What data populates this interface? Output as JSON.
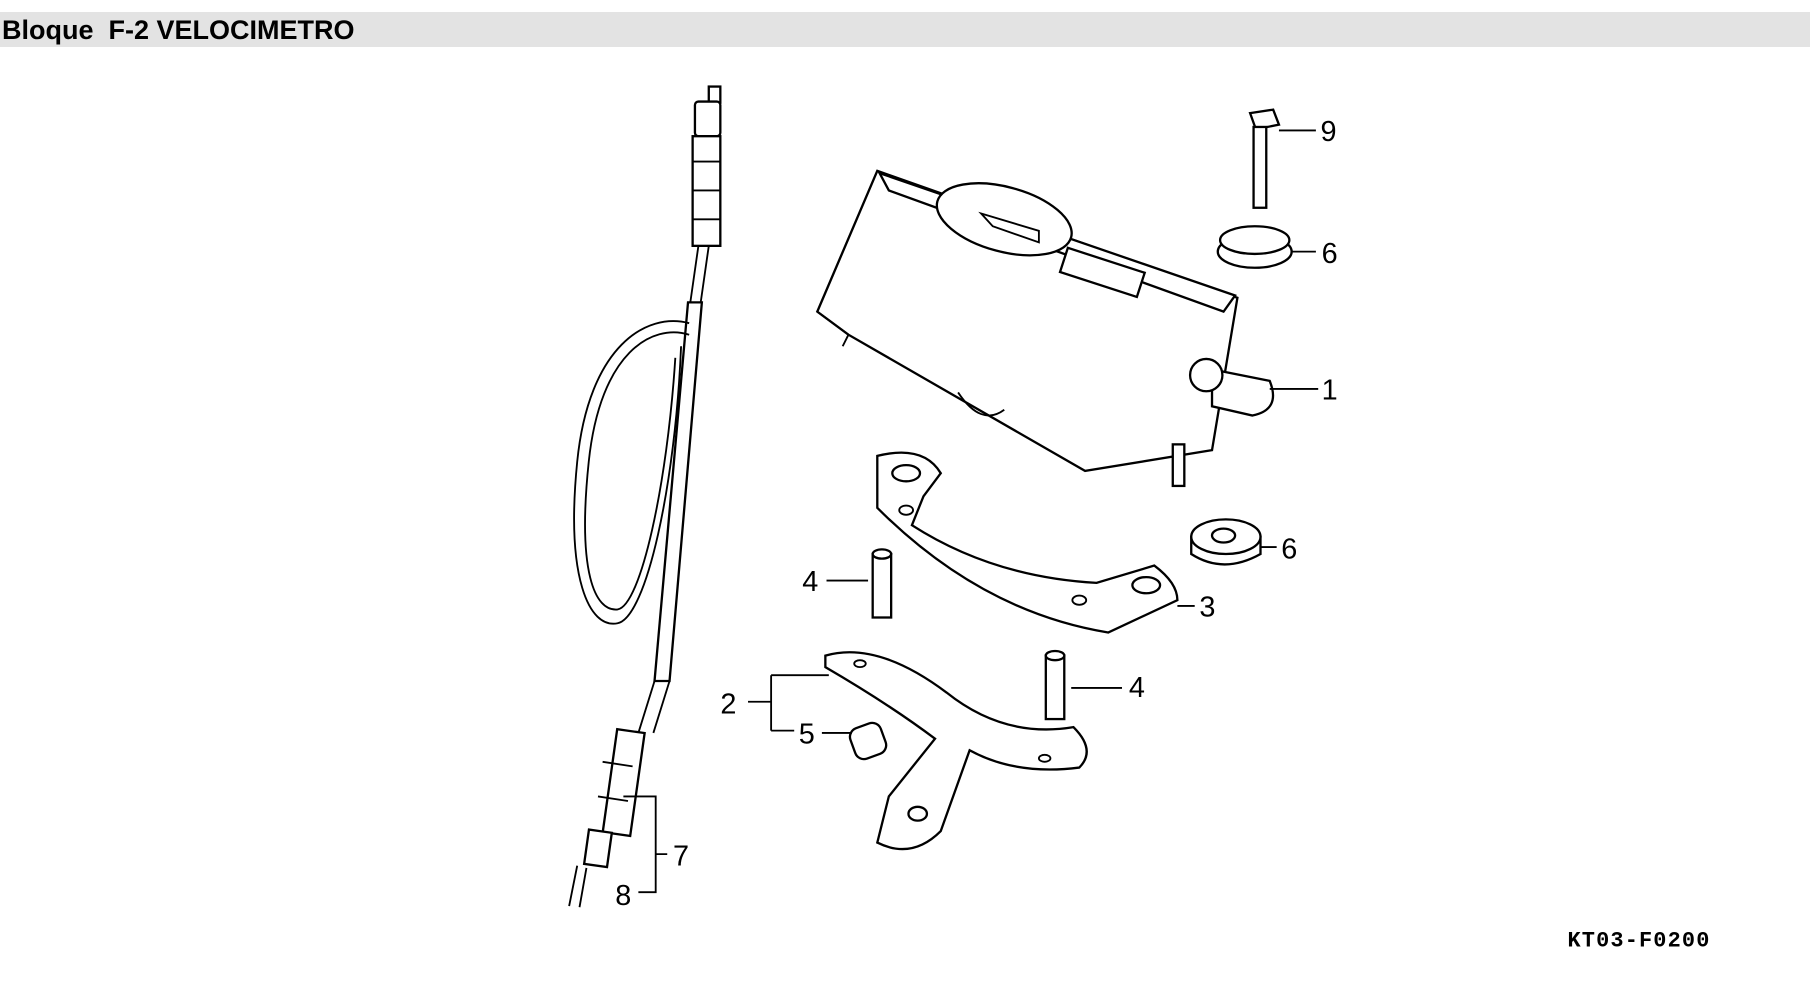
{
  "header": {
    "title": "Bloque  F-2 VELOCIMETRO"
  },
  "diagram": {
    "callouts": [
      "1",
      "2",
      "3",
      "4",
      "4",
      "5",
      "6",
      "6",
      "7",
      "8",
      "9"
    ],
    "drawing_code": "KT03-F0200"
  }
}
